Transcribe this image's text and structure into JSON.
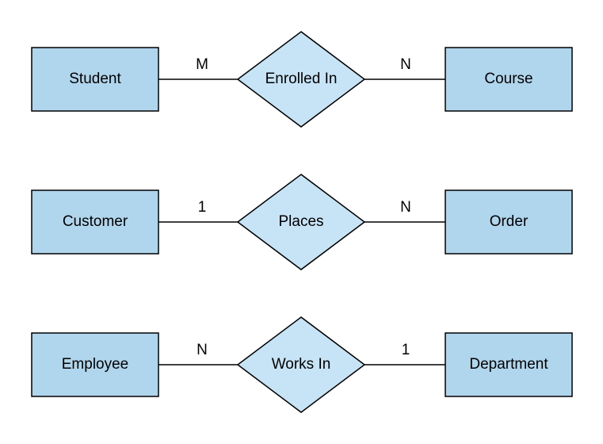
{
  "diagram": {
    "type": "er-diagram",
    "colors": {
      "background": "#ffffff",
      "entity_fill": "#b0d6ed",
      "relationship_fill": "#c6e4f6",
      "stroke": "#000000",
      "text": "#000000"
    },
    "rows": [
      {
        "left_entity": "Student",
        "left_cardinality": "M",
        "relationship": "Enrolled In",
        "right_cardinality": "N",
        "right_entity": "Course"
      },
      {
        "left_entity": "Customer",
        "left_cardinality": "1",
        "relationship": "Places",
        "right_cardinality": "N",
        "right_entity": "Order"
      },
      {
        "left_entity": "Employee",
        "left_cardinality": "N",
        "relationship": "Works In",
        "right_cardinality": "1",
        "right_entity": "Department"
      }
    ]
  }
}
